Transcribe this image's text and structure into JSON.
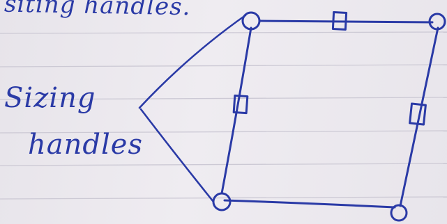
{
  "colors": {
    "ink": "#2a3aa6",
    "paper": "#ece9ee",
    "rule_line": "#c9c6d2"
  },
  "labels": {
    "top_label": "siting handles.",
    "left_label_line1": "Sizing",
    "left_label_line2": "handles"
  },
  "diagram": {
    "shape": "parallelogram",
    "corner_handle_shape": "circle",
    "edge_handle_shape": "square",
    "corner_handles": 4,
    "edge_handles": 3
  }
}
